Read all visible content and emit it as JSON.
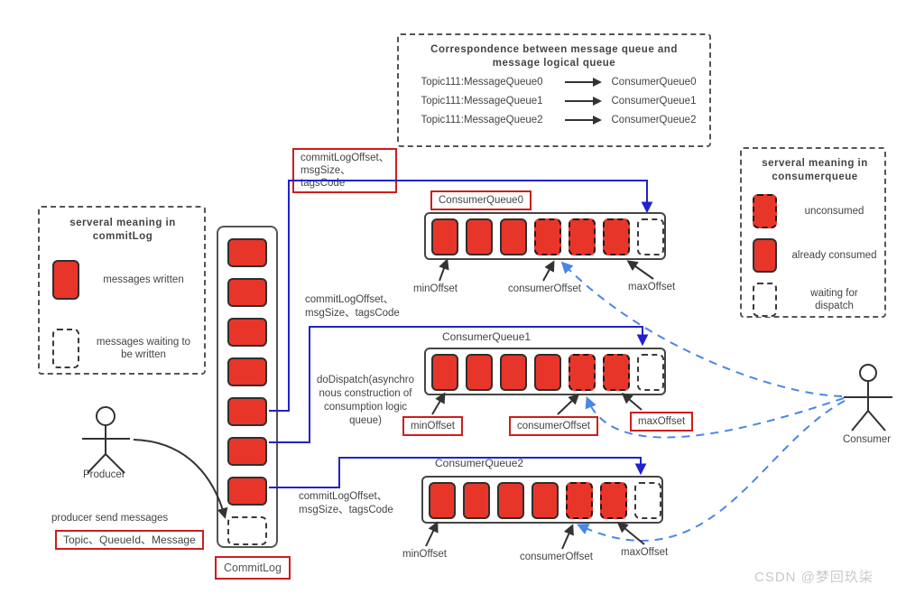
{
  "colors": {
    "red": "#e8352a",
    "boxred": "#cf1d1d",
    "blue": "#2222cc",
    "lblue": "#4a86e8"
  },
  "correspondence": {
    "title": "Correspondence between message queue and message logical queue",
    "rows": [
      {
        "from": "Topic111:MessageQueue0",
        "to": "ConsumerQueue0"
      },
      {
        "from": "Topic111:MessageQueue1",
        "to": "ConsumerQueue1"
      },
      {
        "from": "Topic111:MessageQueue2",
        "to": "ConsumerQueue2"
      }
    ]
  },
  "commitlog_legend": {
    "title": "serveral meaning in commitLog",
    "items": [
      {
        "state": "w",
        "label": "messages written"
      },
      {
        "state": "d",
        "label": "messages waiting to be written"
      }
    ]
  },
  "consumerqueue_legend": {
    "title": "serveral meaning in consumerqueue",
    "items": [
      {
        "state": "u",
        "label": "unconsumed"
      },
      {
        "state": "w",
        "label": "already consumed"
      },
      {
        "state": "d",
        "label": "waiting for dispatch"
      }
    ]
  },
  "commitlog": {
    "label": "CommitLog",
    "slots": [
      "w",
      "w",
      "w",
      "w",
      "w",
      "w",
      "w",
      "d"
    ]
  },
  "queues": [
    {
      "name": "ConsumerQueue0",
      "slots": [
        "w",
        "w",
        "w",
        "u",
        "u",
        "u",
        "d"
      ],
      "min_label": "minOffset",
      "consumer_label": "consumerOffset",
      "max_label": "maxOffset"
    },
    {
      "name": "ConsumerQueue1",
      "slots": [
        "w",
        "w",
        "w",
        "w",
        "u",
        "u",
        "d"
      ],
      "min_label": "minOffset",
      "consumer_label": "consumerOffset",
      "max_label": "maxOffset"
    },
    {
      "name": "ConsumerQueue2",
      "slots": [
        "w",
        "w",
        "w",
        "w",
        "u",
        "u",
        "d"
      ],
      "min_label": "minOffset",
      "consumer_label": "consumerOffset",
      "max_label": "maxOffset"
    }
  ],
  "annotations": {
    "offset_top": {
      "lines": [
        "commitLogOffset、",
        "msgSize、tagsCode"
      ]
    },
    "offset_mid": {
      "lines": [
        "commitLogOffset、",
        "msgSize、tagsCode"
      ]
    },
    "offset_bottom": {
      "lines": [
        "commitLogOffset、",
        "msgSize、tagsCode"
      ]
    },
    "dodispatch": {
      "lines": [
        "doDispatch(asynchro",
        "nous construction of",
        "consumption logic",
        "queue)"
      ]
    },
    "producer_send": "producer send messages",
    "producer_msg": "Topic、QueueId、Message"
  },
  "actors": {
    "producer": "Producer",
    "consumer": "Consumer"
  },
  "watermark": "CSDN @梦回玖柒"
}
